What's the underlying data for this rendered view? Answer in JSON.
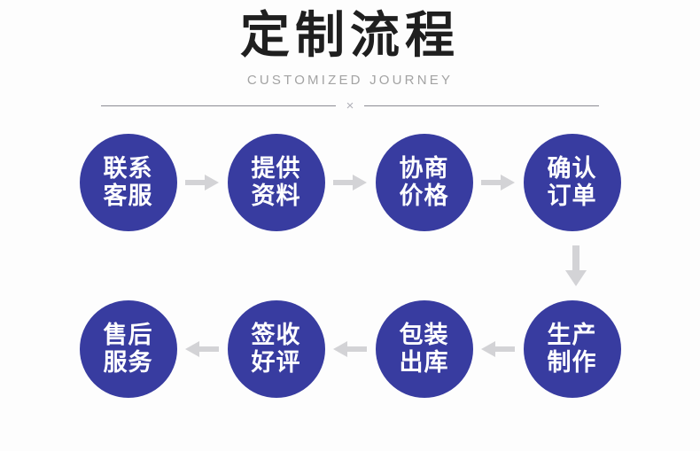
{
  "header": {
    "title": "定制流程",
    "subtitle": "CUSTOMIZED JOURNEY",
    "divider_mark": "×"
  },
  "colors": {
    "node_fill": "#383ca0",
    "node_text": "#ffffff",
    "title_text": "#1f1f1f",
    "subtitle_text": "#a3a3a3",
    "divider_line": "#8b8b93",
    "divider_mark": "#b0b0b8",
    "arrow": "#d3d3d6",
    "background": "#fdfdfd"
  },
  "flow": {
    "row1": {
      "direction": "left-to-right",
      "nodes": [
        {
          "line1": "联系",
          "line2": "客服"
        },
        {
          "line1": "提供",
          "line2": "资料"
        },
        {
          "line1": "协商",
          "line2": "价格"
        },
        {
          "line1": "确认",
          "line2": "订单"
        }
      ],
      "arrow_icon": "arrow-right-icon"
    },
    "connector": {
      "arrow_icon": "arrow-down-icon"
    },
    "row2": {
      "direction": "right-to-left",
      "nodes": [
        {
          "line1": "售后",
          "line2": "服务"
        },
        {
          "line1": "签收",
          "line2": "好评"
        },
        {
          "line1": "包装",
          "line2": "出库"
        },
        {
          "line1": "生产",
          "line2": "制作"
        }
      ],
      "arrow_icon": "arrow-left-icon"
    }
  }
}
